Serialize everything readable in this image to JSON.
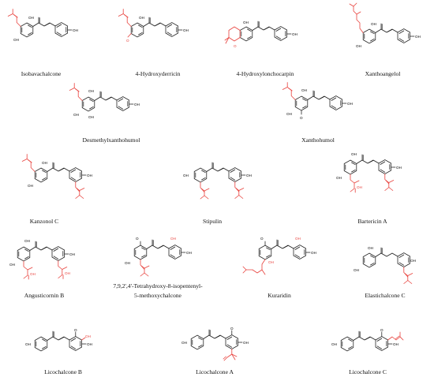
{
  "colors": {
    "skeleton": "#1a1a1a",
    "prenyl_highlight": "#e8413c",
    "background": "#ffffff"
  },
  "compounds": [
    {
      "id": "c1",
      "name": "Isobavachalcone"
    },
    {
      "id": "c2",
      "name": "4-Hydroxyderricin"
    },
    {
      "id": "c3",
      "name": "4-Hydroxylonchocarpin"
    },
    {
      "id": "c4",
      "name": "Xanthoangelol"
    },
    {
      "id": "c5",
      "name": "Desmethylxanthohumol"
    },
    {
      "id": "c6",
      "name": "Xanthohumol"
    },
    {
      "id": "c7",
      "name": "Kanzonol C"
    },
    {
      "id": "c8",
      "name": "Stipulin"
    },
    {
      "id": "c9",
      "name": "Bartericin A"
    },
    {
      "id": "c10",
      "name": "Angusticornin B"
    },
    {
      "id": "c11",
      "name_line1": "7,9,2',4'-Tetrahydroxy-8-isopentenyl-",
      "name_line2": "5-methoxychalcone"
    },
    {
      "id": "c12",
      "name": "Kuraridin"
    },
    {
      "id": "c13",
      "name": "Elastichalcone C"
    },
    {
      "id": "c14",
      "name": "Licochalcone B"
    },
    {
      "id": "c15",
      "name": "Licochalcone A"
    },
    {
      "id": "c16",
      "name": "Licochalcone C"
    }
  ],
  "atoms": {
    "oh": "OH",
    "o": "O"
  }
}
